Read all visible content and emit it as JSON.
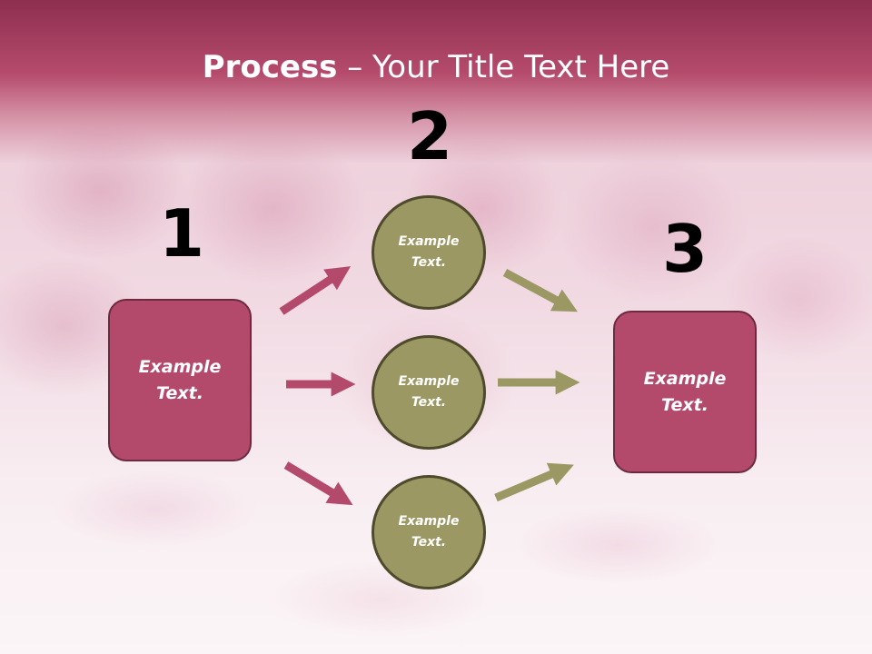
{
  "title": {
    "bold": "Process",
    "rest": " – Your Title Text Here"
  },
  "numbers": {
    "n1": "1",
    "n2": "2",
    "n3": "3"
  },
  "boxes": {
    "left": "Example\nText.",
    "right": "Example\nText."
  },
  "circles": {
    "top": "Example\nText.",
    "middle": "Example\nText.",
    "bottom": "Example\nText."
  },
  "colors": {
    "header": "#a93d61",
    "box": "#b34a6b",
    "box_border": "#6d2940",
    "circle": "#9c9864",
    "circle_border": "#4e4a2c",
    "arrow_left": "#b34a6b",
    "arrow_right": "#9c9864"
  }
}
